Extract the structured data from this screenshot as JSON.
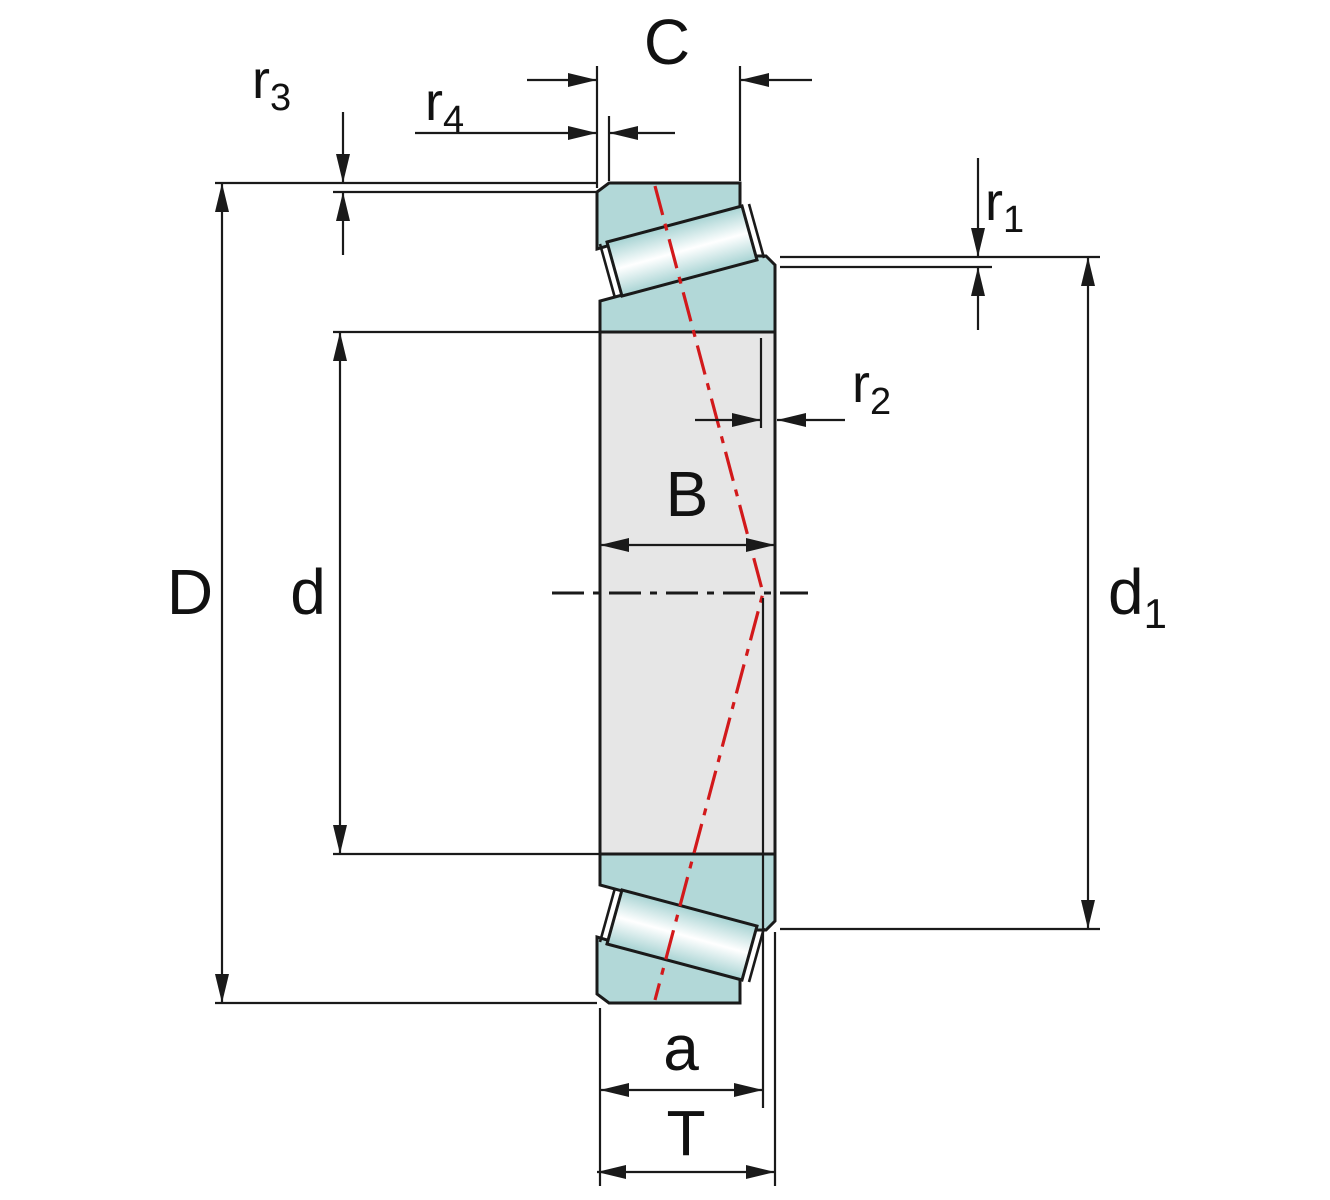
{
  "diagram": {
    "subject": "tapered roller bearing cross-section dimension drawing"
  },
  "labels": {
    "outer_diameter": "D",
    "bore_diameter": "d",
    "rib_diameter": {
      "base": "d",
      "sub": "1"
    },
    "inner_ring_width": "B",
    "outer_ring_width": "C",
    "load_center_distance": "a",
    "bearing_width": "T",
    "chamfer_r1": {
      "base": "r",
      "sub": "1"
    },
    "chamfer_r2": {
      "base": "r",
      "sub": "2"
    },
    "chamfer_r3": {
      "base": "r",
      "sub": "3"
    },
    "chamfer_r4": {
      "base": "r",
      "sub": "4"
    }
  },
  "colors": {
    "ring_fill_teal": "#b2d8d8",
    "section_fill_gray": "#e6e6e6",
    "pressure_line_red": "#d2191b",
    "outline_black": "#1a1a1a",
    "background": "#ffffff"
  }
}
